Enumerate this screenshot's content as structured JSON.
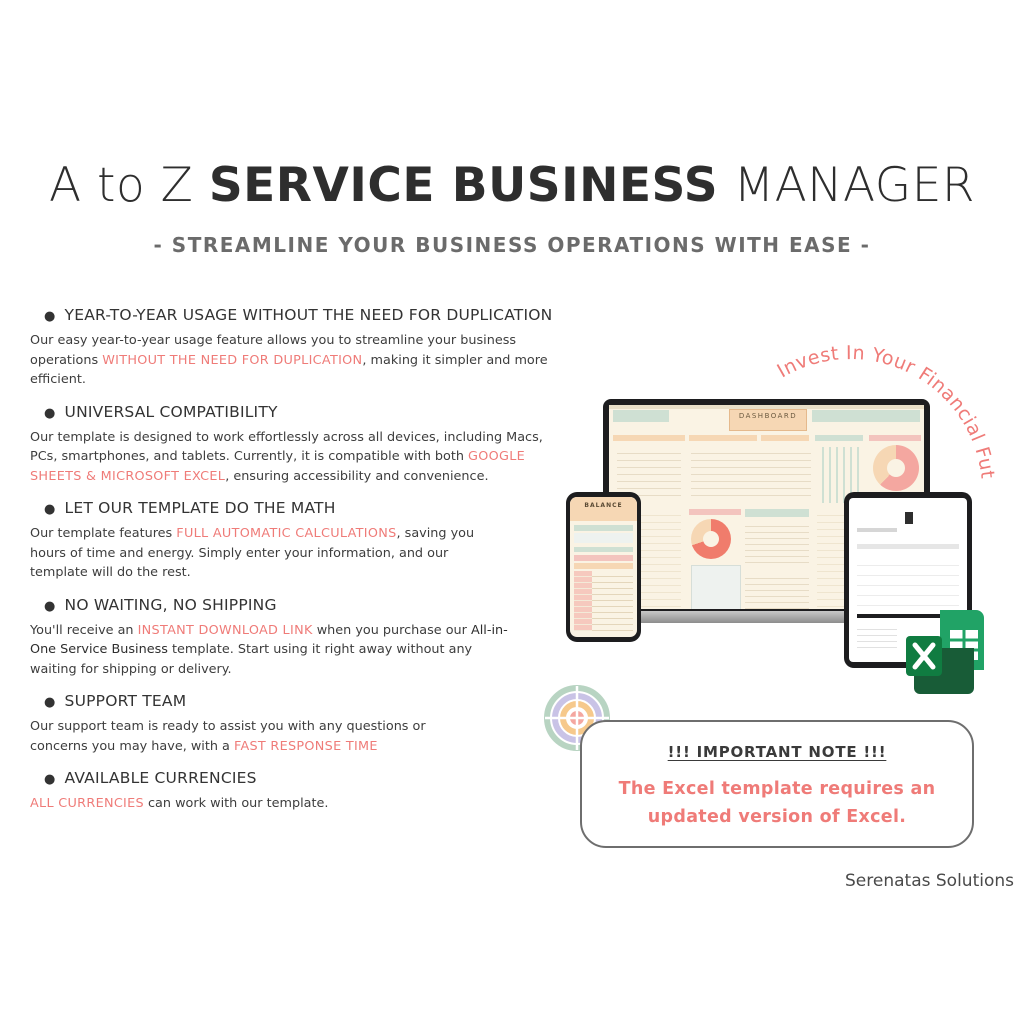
{
  "header": {
    "title_prefix": "A to Z ",
    "title_bold": "SERVICE BUSINESS",
    "title_suffix": " MANAGER",
    "subtitle": "- STREAMLINE YOUR BUSINESS OPERATIONS WITH EASE -"
  },
  "features": [
    {
      "heading": "YEAR-TO-YEAR USAGE WITHOUT THE NEED FOR DUPLICATION",
      "text_1": "Our easy year-to-year usage feature allows you to streamline your business operations ",
      "highlight_1": "WITHOUT THE NEED FOR DUPLICATION",
      "text_2": ", making it simpler and more efficient."
    },
    {
      "heading": "UNIVERSAL COMPATIBILITY",
      "text_1": "Our template is designed to work effortlessly across all devices, including Macs, PCs, smartphones, and tablets. Currently, it is compatible with both ",
      "highlight_1": "GOOGLE SHEETS & MICROSOFT EXCEL",
      "text_2": ", ensuring accessibility and convenience."
    },
    {
      "heading": "LET OUR TEMPLATE DO THE MATH",
      "text_1": "Our template features ",
      "highlight_1": "FULL AUTOMATIC CALCULATIONS",
      "text_2": ", saving you hours of time and energy. Simply enter your information, and our template will do the rest."
    },
    {
      "heading": "NO WAITING, NO SHIPPING",
      "text_1": "You'll receive an ",
      "highlight_1": "INSTANT DOWNLOAD LINK",
      "text_2": " when you purchase our ",
      "strong_1": "All-in-One Service Business",
      "text_3": " template. Start using it right away without any waiting for shipping or delivery."
    },
    {
      "heading": "SUPPORT TEAM",
      "text_1": "Our support team is ready to assist you with any questions or concerns you may have, with a ",
      "highlight_1": "FAST RESPONSE TIME"
    },
    {
      "heading": "AVAILABLE CURRENCIES",
      "highlight_1": "ALL CURRENCIES",
      "text_1": " can work with our template."
    }
  ],
  "arc_text": "Invest In Your Financial Future",
  "mockups": {
    "laptop_title": "DASHBOARD",
    "phone_title": "BALANCE"
  },
  "note": {
    "heading": "!!!  IMPORTANT NOTE  !!!",
    "line_1": "The Excel template requires an",
    "line_2": "updated version of Excel."
  },
  "brand": "Serenatas Solutions",
  "colors": {
    "accent": "#ef7b78",
    "text": "#3d3d3d",
    "excel_green": "#107c41",
    "sheets_green": "#21a366"
  }
}
